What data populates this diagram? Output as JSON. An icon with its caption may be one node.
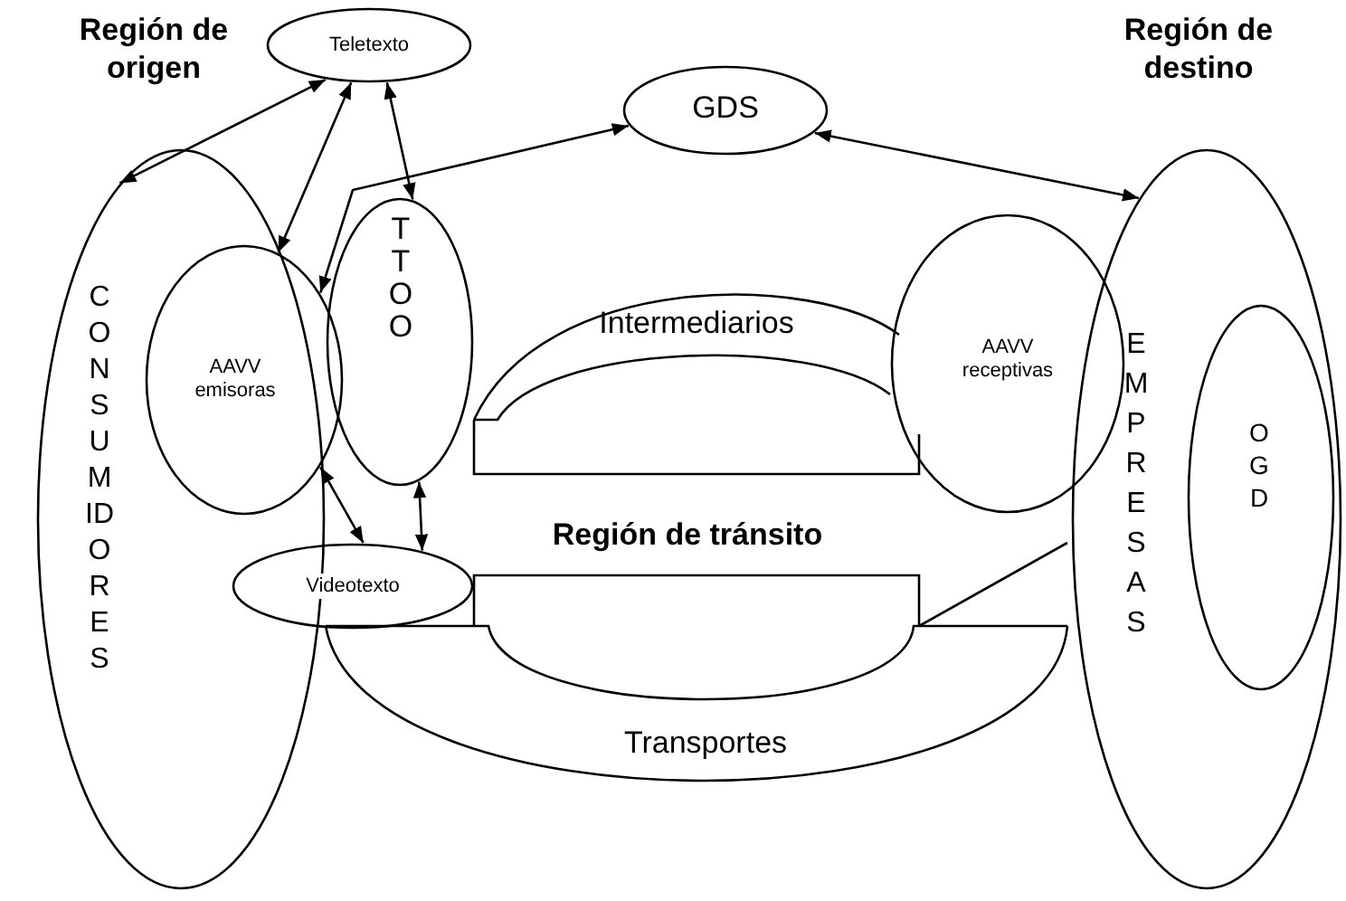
{
  "diagram": {
    "nodes": [
      {
        "text": [
          "CONSUMIDORES"
        ]
      },
      {
        "text": [
          "AAVV emisoras"
        ]
      },
      {
        "text": [
          "TTOO"
        ]
      },
      {
        "text": [
          "Teletexto"
        ]
      },
      {
        "text": [
          "GDS"
        ]
      },
      {
        "text": [
          "Videotexto"
        ]
      },
      {
        "text": [
          "Intermediarios"
        ]
      },
      {
        "text": [
          "Transportes"
        ]
      },
      {
        "text": [
          "AAVV receptivas"
        ]
      },
      {
        "text": [
          "EMPRESAS"
        ]
      },
      {
        "text": [
          "OGD"
        ],
        "in": 9
      }
    ],
    "edges": [
      {
        "from": 3,
        "to": 0,
        "arrow": "both"
      },
      {
        "from": 3,
        "to": 1,
        "arrow": "both"
      },
      {
        "from": 3,
        "to": 2,
        "arrow": "both"
      },
      {
        "from": 1,
        "to": 4,
        "arrow": "both"
      },
      {
        "from": 4,
        "to": 9,
        "arrow": "both"
      },
      {
        "from": 1,
        "to": 5,
        "arrow": "both"
      },
      {
        "from": 2,
        "to": 5,
        "arrow": "both"
      }
    ],
    "labels": [
      "Región de origen",
      "Región de destino",
      "Región de tránsito"
    ]
  }
}
